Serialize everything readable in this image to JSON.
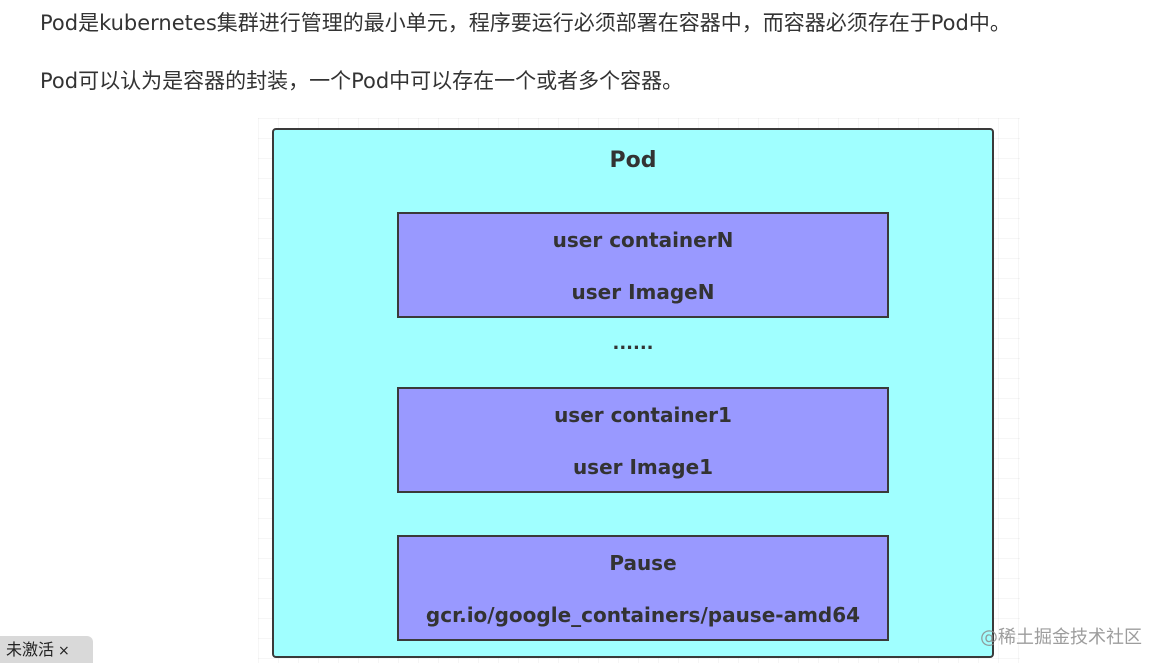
{
  "article": {
    "paragraph_1": "Pod是kubernetes集群进行管理的最小单元，程序要运行必须部署在容器中，而容器必须存在于Pod中。",
    "paragraph_2": "Pod可以认为是容器的封装，一个Pod中可以存在一个或者多个容器。"
  },
  "diagram": {
    "pod_label": "Pod",
    "containers": [
      {
        "name": "user containerN",
        "image": "user ImageN"
      },
      {
        "name": "user container1",
        "image": "user Image1"
      },
      {
        "name": "Pause",
        "image": "gcr.io/google_containers/pause-amd64"
      }
    ],
    "ellipsis": "......",
    "colors": {
      "pod_fill": "#a0ffff",
      "container_fill": "#9999ff",
      "border": "#3a3a3a"
    }
  },
  "watermark": "@稀土掘金技术社区",
  "activation_badge": {
    "label": "未激活",
    "close_glyph": "×"
  }
}
